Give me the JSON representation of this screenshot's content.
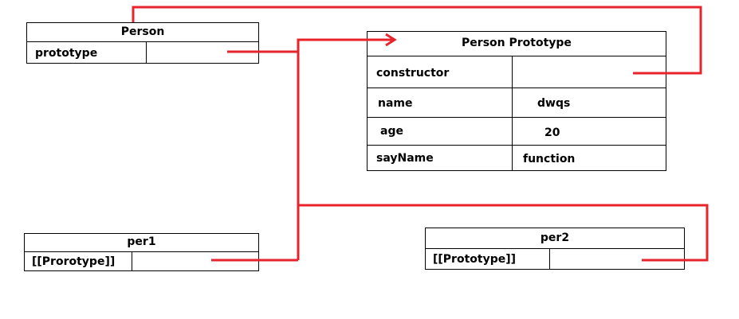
{
  "person": {
    "title": "Person",
    "field": "prototype"
  },
  "proto": {
    "title": "Person Prototype",
    "rows": [
      {
        "key": "constructor",
        "value": ""
      },
      {
        "key": "name",
        "value": "dwqs"
      },
      {
        "key": "age",
        "value": "20"
      },
      {
        "key": "sayName",
        "value": "function"
      }
    ]
  },
  "per1": {
    "title": "per1",
    "field": "[[Prorotype]]"
  },
  "per2": {
    "title": "per2",
    "field": "[[Prototype]]"
  },
  "colors": {
    "arrow": "#e8232b",
    "border": "#000000"
  }
}
